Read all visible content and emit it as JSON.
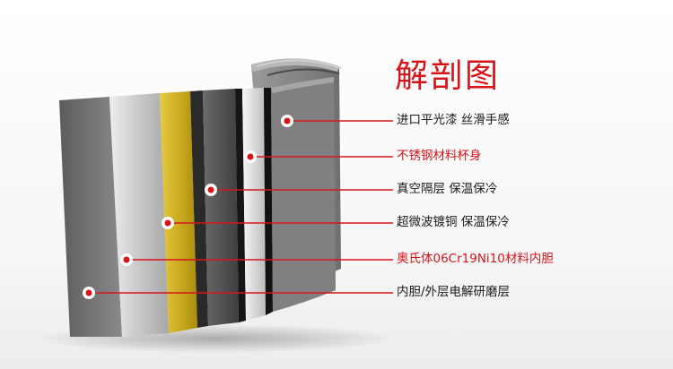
{
  "title": "解剖图",
  "colors": {
    "accent": "#d8141b",
    "text_dark": "#1a1a1a",
    "layer_gold": "#d4b62a"
  },
  "layers": [
    {
      "label": "进口平光漆 丝滑手感",
      "color": "#1a1a1a"
    },
    {
      "label": "不锈钢材料杯身",
      "color": "#d8141b"
    },
    {
      "label": "真空隔层 保温保冷",
      "color": "#1a1a1a"
    },
    {
      "label": "超微波镀铜 保温保冷",
      "color": "#1a1a1a"
    },
    {
      "label": "奥氏体06Cr19Ni10材料内胆",
      "color": "#d8141b"
    },
    {
      "label": "内胆/外层电解研磨层",
      "color": "#1a1a1a"
    }
  ]
}
